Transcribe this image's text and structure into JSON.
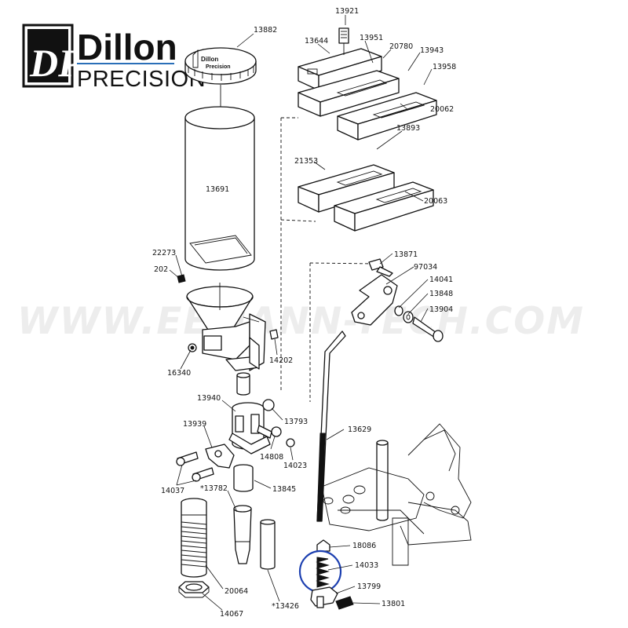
{
  "logo": {
    "monogram": "DP",
    "wordmark_top": "Dillon",
    "wordmark_bottom": "PRECISION",
    "accent_color": "#2a6fb8"
  },
  "watermark": "WWW.EEMANN-TECH.COM",
  "cap_print": {
    "line1": "Dillon",
    "line2": "Precision"
  },
  "highlight": {
    "part": "14033",
    "color": "#1c3fb0"
  },
  "parts": {
    "p13921": "13921",
    "p13882": "13882",
    "p13644": "13644",
    "p13951": "13951",
    "p20780": "20780",
    "p13943": "13943",
    "p13958": "13958",
    "p20062": "20062",
    "p13893": "13893",
    "p21353": "21353",
    "p20063": "20063",
    "p13691": "13691",
    "p22273": "22273",
    "p202": "202",
    "p16340": "16340",
    "p14202": "14202",
    "p13871": "13871",
    "p97034": "97034",
    "p14041": "14041",
    "p13848": "13848",
    "p13904": "13904",
    "p13940": "13940",
    "p13793": "13793",
    "p13939": "13939",
    "p14808": "14808",
    "p14023": "14023",
    "p13629": "13629",
    "p14037": "14037",
    "p13782": "*13782",
    "p13845": "13845",
    "p18086": "18086",
    "p14033": "14033",
    "p20064": "20064",
    "p13799": "13799",
    "p13426": "*13426",
    "p13801": "13801",
    "p14067": "14067"
  }
}
